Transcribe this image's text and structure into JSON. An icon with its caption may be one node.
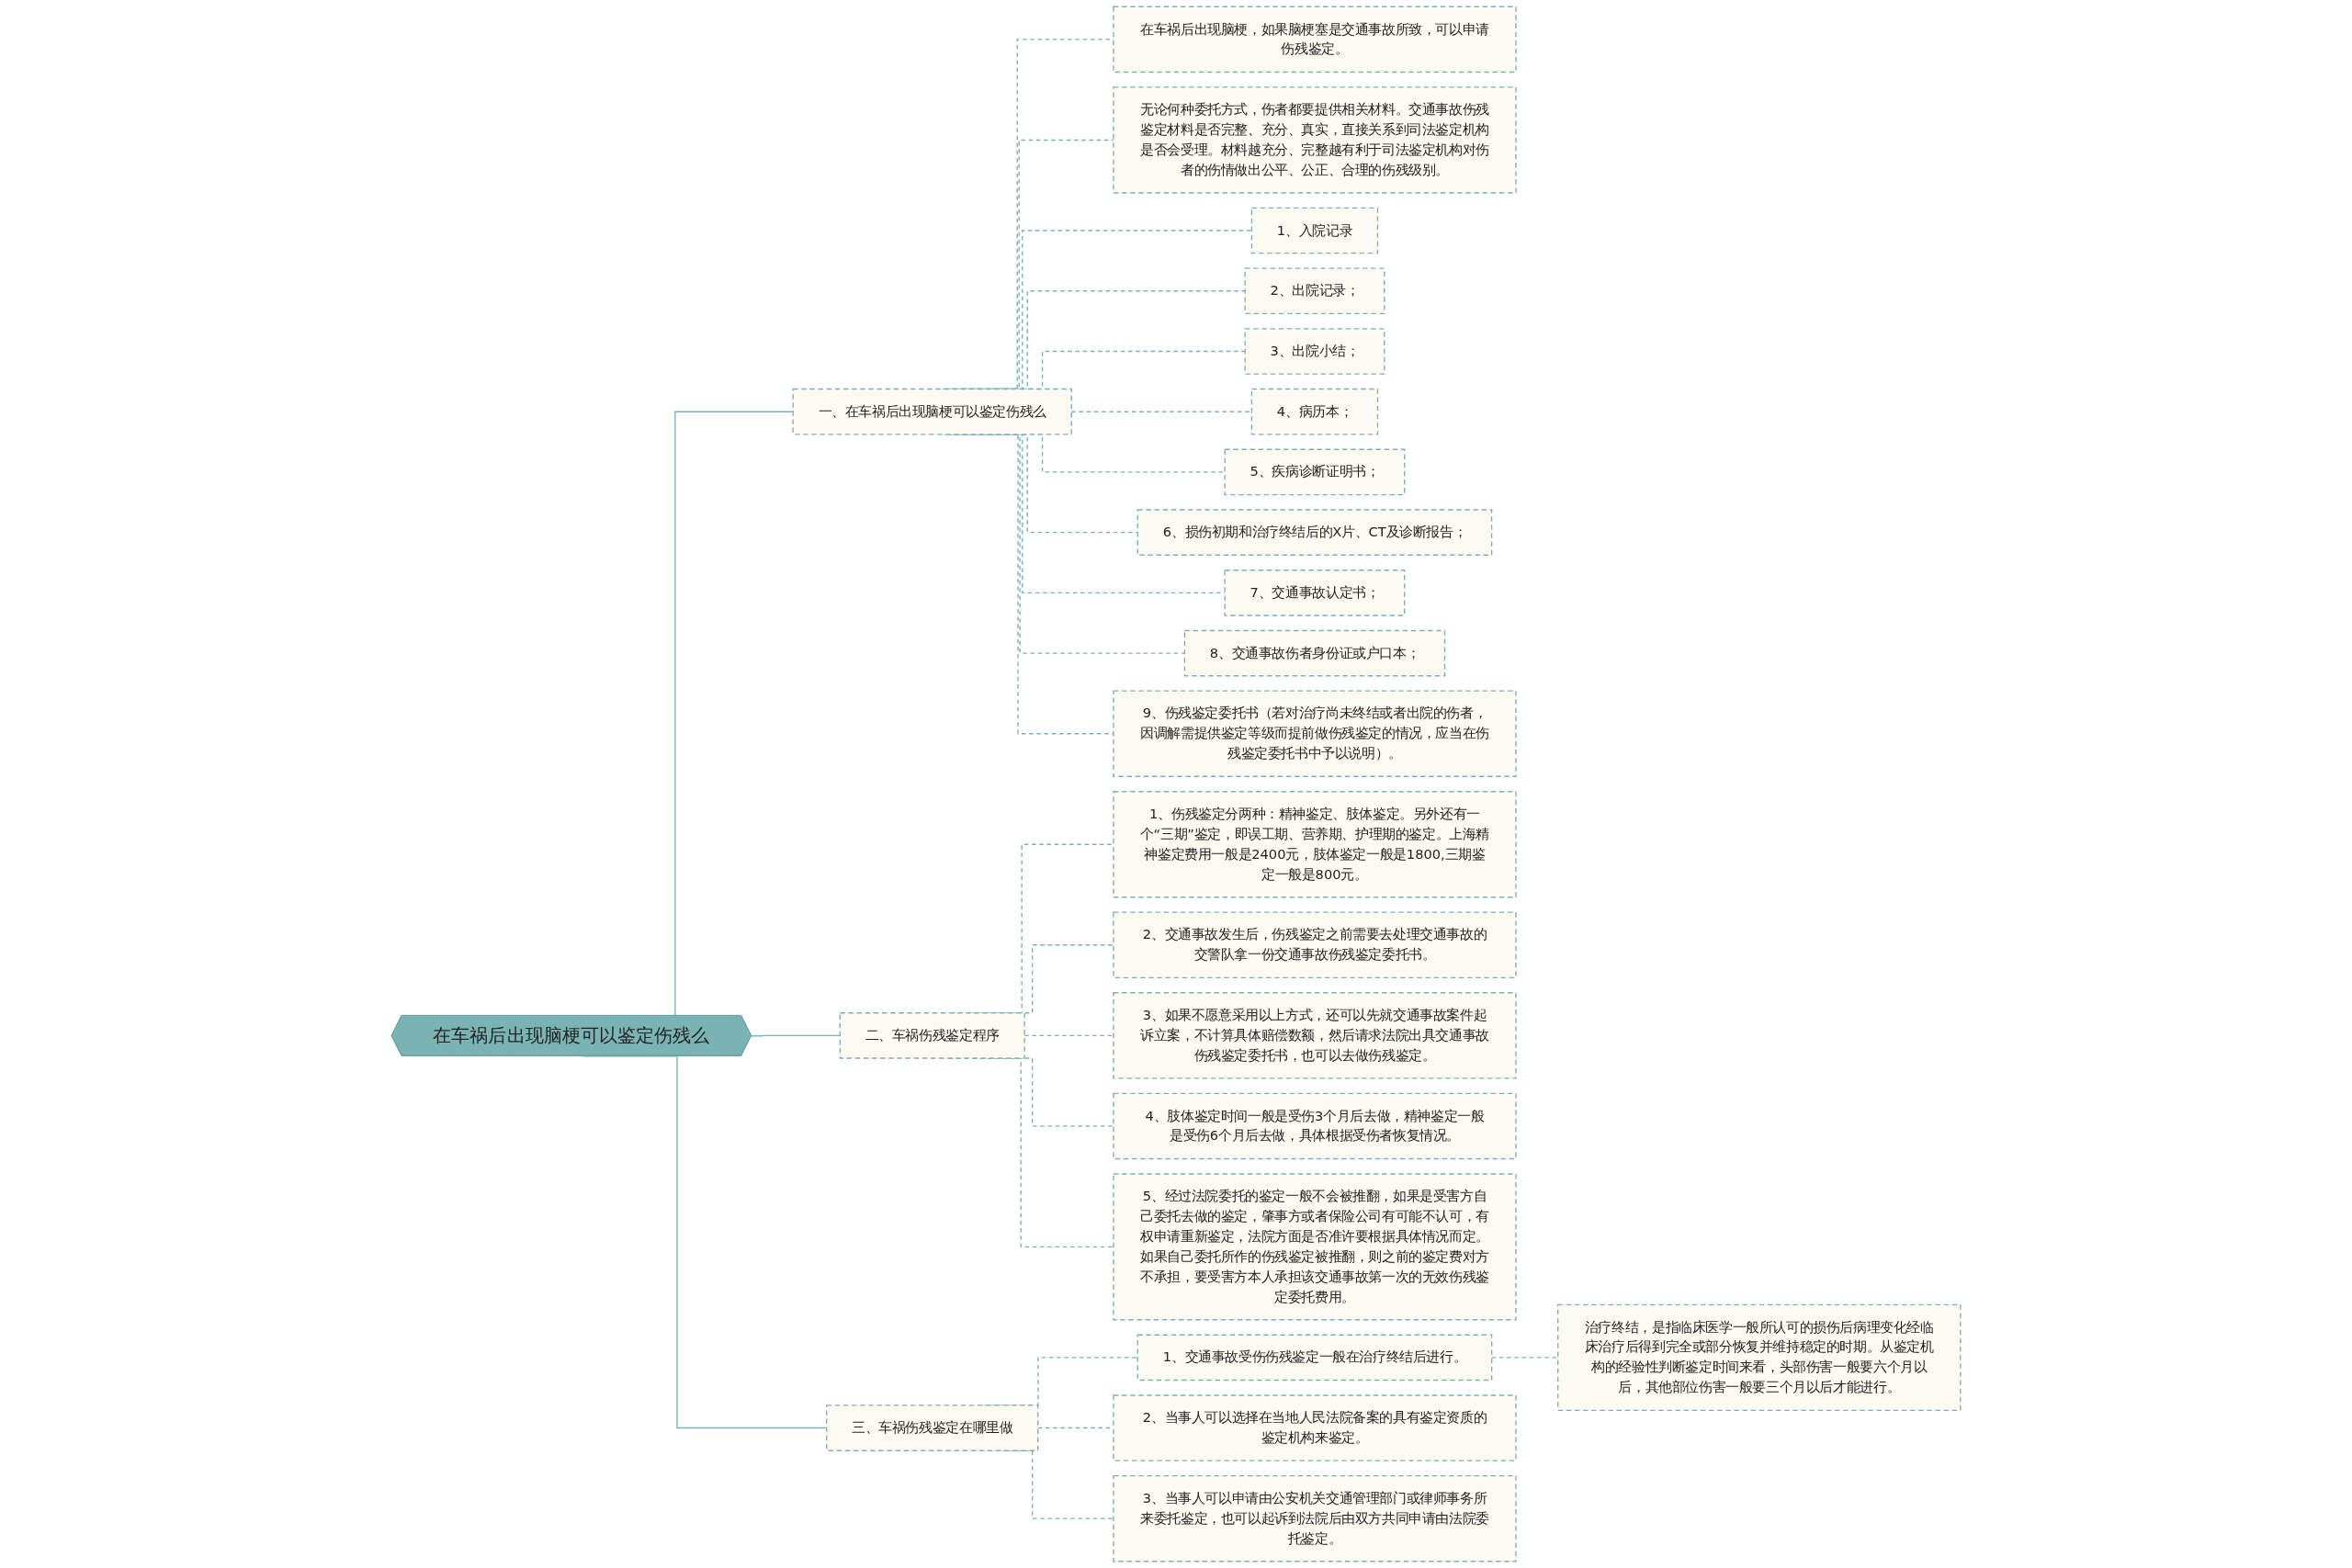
{
  "diagram": {
    "nodes": [
      {
        "text": [
          "在车祸后出现脑梗可以鉴定伤残么"
        ]
      },
      {
        "text": [
          "一、在车祸后出现脑梗可以鉴定伤残么"
        ]
      },
      {
        "text": [
          "在车祸后出现脑梗，如果脑梗塞是交通事故所致，可以申请伤残鉴定。"
        ]
      },
      {
        "text": [
          "无论何种委托方式，伤者都要提供相关材料。交通事故伤残鉴定材料是否完整、充分、真实，直接关系到司法鉴定机构是否会受理。材料越充分、完整越有利于司法鉴定机构对伤者的伤情做出公平、公正、合理的伤残级别。"
        ]
      },
      {
        "text": [
          "1、入院记录"
        ]
      },
      {
        "text": [
          "2、出院记录；"
        ]
      },
      {
        "text": [
          "3、出院小结；"
        ]
      },
      {
        "text": [
          "4、病历本；"
        ]
      },
      {
        "text": [
          "5、疾病诊断证明书；"
        ]
      },
      {
        "text": [
          "6、损伤初期和治疗终结后的X片、CT及诊断报告；"
        ]
      },
      {
        "text": [
          "7、交通事故认定书；"
        ]
      },
      {
        "text": [
          "8、交通事故伤者身份证或户口本；"
        ]
      },
      {
        "text": [
          "9、伤残鉴定委托书（若对治疗尚未终结或者出院的伤者，因调解需提供鉴定等级而提前做伤残鉴定的情况，应当在伤残鉴定委托书中予以说明）。"
        ]
      },
      {
        "text": [
          "二、车祸伤残鉴定程序"
        ]
      },
      {
        "text": [
          "1、伤残鉴定分两种：精神鉴定、肢体鉴定。另外还有一个“三期”鉴定，即误工期、营养期、护理期的鉴定。上海精神鉴定费用一般是2400元，肢体鉴定一般是1800,三期鉴定一般是800元。"
        ]
      },
      {
        "text": [
          "2、交通事故发生后，伤残鉴定之前需要去处理交通事故的交警队拿一份交通事故伤残鉴定委托书。"
        ]
      },
      {
        "text": [
          "3、如果不愿意采用以上方式，还可以先就交通事故案件起诉立案，不计算具体赔偿数额，然后请求法院出具交通事故伤残鉴定委托书，也可以去做伤残鉴定。"
        ]
      },
      {
        "text": [
          "4、肢体鉴定时间一般是受伤3个月后去做，精神鉴定一般是受伤6个月后去做，具体根据受伤者恢复情况。"
        ]
      },
      {
        "text": [
          "5、经过法院委托的鉴定一般不会被推翻，如果是受害方自己委托去做的鉴定，肇事方或者保险公司有可能不认可，有权申请重新鉴定，法院方面是否准许要根据具体情况而定。如果自己委托所作的伤残鉴定被推翻，则之前的鉴定费对方不承担，要受害方本人承担该交通事故第一次的无效伤残鉴定委托费用。"
        ]
      },
      {
        "text": [
          "三、车祸伤残鉴定在哪里做"
        ]
      },
      {
        "text": [
          "1、交通事故受伤伤残鉴定一般在治疗终结后进行。"
        ]
      },
      {
        "text": [
          "治疗终结，是指临床医学一般所认可的损伤后病理变化经临床治疗后得到完全或部分恢复并维持稳定的时期。从鉴定机构的经验性判断鉴定时间来看，头部伤害一般要六个月以后，其他部位伤害一般要三个月以后才能进行。"
        ]
      },
      {
        "text": [
          "2、当事人可以选择在当地人民法院备案的具有鉴定资质的鉴定机构来鉴定。"
        ]
      },
      {
        "text": [
          "3、当事人可以申请由公安机关交通管理部门或律师事务所来委托鉴定，也可以起诉到法院后由双方共同申请由法院委托鉴定。"
        ]
      }
    ],
    "edges": [
      {
        "from": 0,
        "to": 1,
        "arrow": "none"
      },
      {
        "from": 1,
        "to": 2,
        "arrow": "none",
        "style": "dashed"
      },
      {
        "from": 1,
        "to": 3,
        "arrow": "none",
        "style": "dashed"
      },
      {
        "from": 1,
        "to": 4,
        "arrow": "none",
        "style": "dashed"
      },
      {
        "from": 1,
        "to": 5,
        "arrow": "none",
        "style": "dashed"
      },
      {
        "from": 1,
        "to": 6,
        "arrow": "none",
        "style": "dashed"
      },
      {
        "from": 1,
        "to": 7,
        "arrow": "none",
        "style": "dashed"
      },
      {
        "from": 1,
        "to": 8,
        "arrow": "none",
        "style": "dashed"
      },
      {
        "from": 1,
        "to": 9,
        "arrow": "none",
        "style": "dashed"
      },
      {
        "from": 1,
        "to": 10,
        "arrow": "none",
        "style": "dashed"
      },
      {
        "from": 1,
        "to": 11,
        "arrow": "none",
        "style": "dashed"
      },
      {
        "from": 1,
        "to": 12,
        "arrow": "none",
        "style": "dashed"
      },
      {
        "from": 0,
        "to": 13,
        "arrow": "none"
      },
      {
        "from": 13,
        "to": 14,
        "arrow": "none",
        "style": "dashed"
      },
      {
        "from": 13,
        "to": 15,
        "arrow": "none",
        "style": "dashed"
      },
      {
        "from": 13,
        "to": 16,
        "arrow": "none",
        "style": "dashed"
      },
      {
        "from": 13,
        "to": 17,
        "arrow": "none",
        "style": "dashed"
      },
      {
        "from": 13,
        "to": 18,
        "arrow": "none",
        "style": "dashed"
      },
      {
        "from": 0,
        "to": 19,
        "arrow": "none"
      },
      {
        "from": 19,
        "to": 20,
        "arrow": "none",
        "style": "dashed"
      },
      {
        "from": 20,
        "to": 21,
        "arrow": "none",
        "style": "dashed"
      },
      {
        "from": 19,
        "to": 22,
        "arrow": "none",
        "style": "dashed"
      },
      {
        "from": 19,
        "to": 23,
        "arrow": "none",
        "style": "dashed"
      }
    ]
  }
}
